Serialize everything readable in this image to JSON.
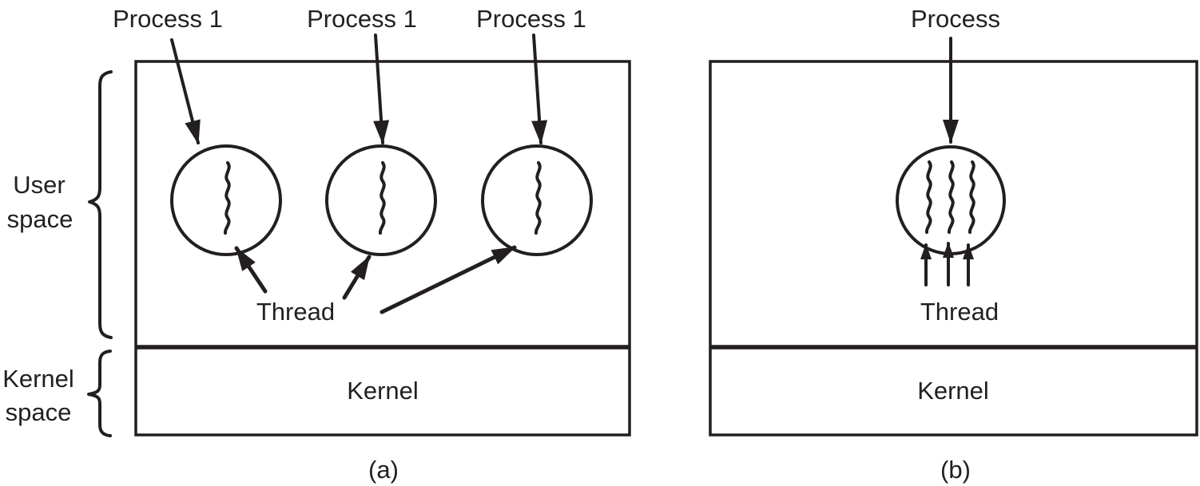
{
  "figure": {
    "type": "textbook-diagram",
    "topic": "user-space threads vs kernel-space threads"
  },
  "colors": {
    "ink": "#231f20",
    "background": "#ffffff"
  },
  "panel_a": {
    "process_labels": [
      "Process 1",
      "Process 1",
      "Process 1"
    ],
    "thread_label": "Thread",
    "kernel_label": "Kernel",
    "caption": "(a)"
  },
  "panel_b": {
    "process_label": "Process",
    "thread_label": "Thread",
    "kernel_label": "Kernel",
    "caption": "(b)"
  },
  "side_labels": {
    "user_space_line1": "User",
    "user_space_line2": "space",
    "kernel_space_line1": "Kernel",
    "kernel_space_line2": "space"
  }
}
